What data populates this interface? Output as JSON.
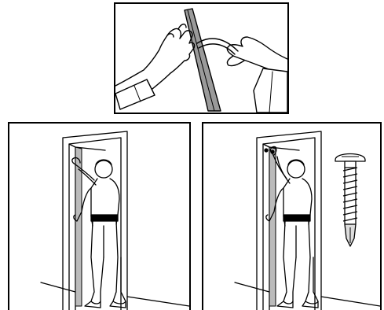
{
  "figure": {
    "panels": [
      {
        "id": "top",
        "depicts": "hands-peeling-adhesive-strip-from-frame"
      },
      {
        "id": "left",
        "depicts": "person-pressing-weatherstrip-into-door-frame"
      },
      {
        "id": "right",
        "depicts": "person-screwing-frame-with-screw-detail"
      }
    ],
    "colors": {
      "line": "#000000",
      "background": "#ffffff",
      "strip": "#9a9a9a"
    },
    "icons": [
      "pan-head-screw-icon"
    ]
  }
}
